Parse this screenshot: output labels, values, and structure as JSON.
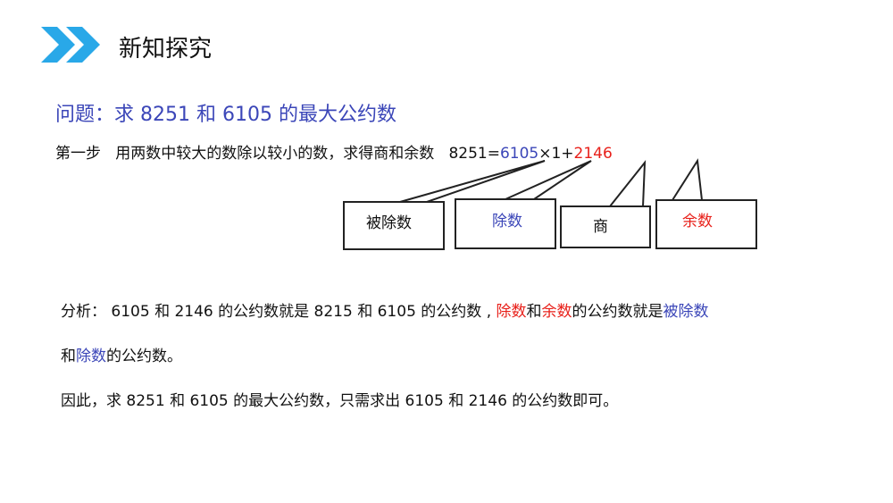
{
  "header": {
    "icon": "double-chevron-right-icon",
    "accent": "#29a8e8",
    "title": "新知探究"
  },
  "question": {
    "text": "问题：求 8251 和 6105 的最大公约数",
    "color": "#3b46b8"
  },
  "step": {
    "label": "第一步",
    "description": "用两数中较大的数除以较小的数，求得商和余数",
    "equation": {
      "dividend": "8251=",
      "divisor": "6105",
      "times": "×",
      "quotient": "1",
      "plus": "+",
      "remainder": "2146"
    }
  },
  "callouts": {
    "dividend_label": "被除数",
    "divisor_label": "除数",
    "quotient_label": "商",
    "remainder_label": "余数"
  },
  "analysis": {
    "prefix": "分析：",
    "part1": "6105 和 2146 的公约数就是 8215 和 6105 的公约数 ,",
    "divisor": "除数",
    "and1": "和",
    "remainder": "余数",
    "part2": "的公约数就是",
    "dividend": "被除数",
    "line2_and": "和",
    "line2_divisor": "除数",
    "line2_rest": "的公约数。"
  },
  "conclusion": "因此，求 8251 和 6105 的最大公约数，只需求出 6105 和 2146 的公约数即可。",
  "colors": {
    "blue": "#3b46b8",
    "red": "#e8201a",
    "text": "#111111"
  }
}
